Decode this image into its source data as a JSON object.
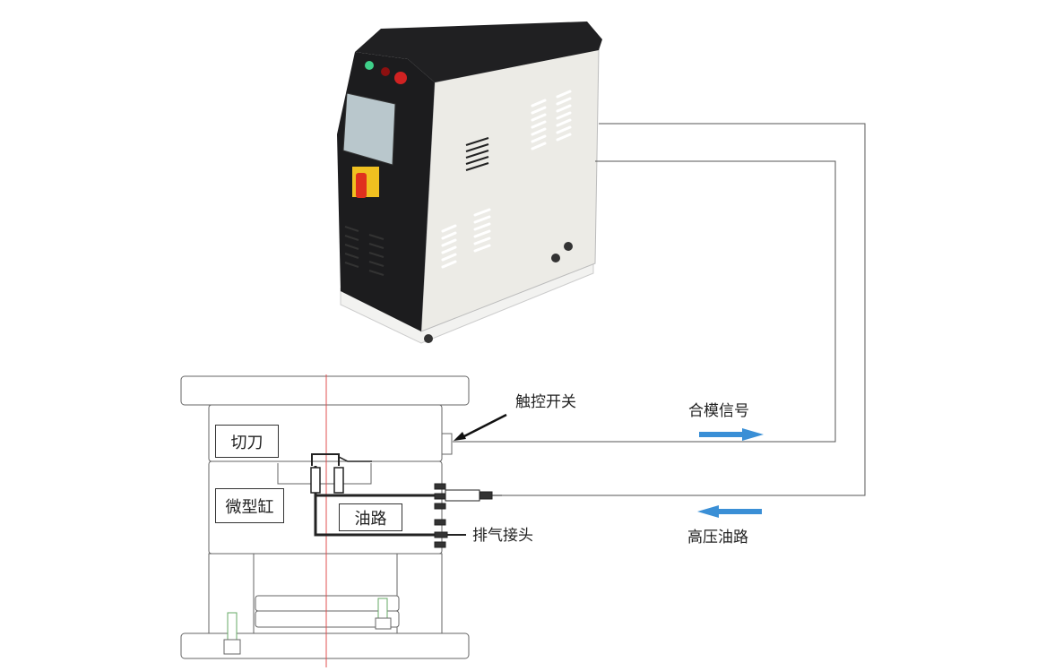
{
  "labels": {
    "touch_switch": "触控开关",
    "mold_close_signal": "合模信号",
    "high_pressure_oil": "高压油路",
    "exhaust_fitting": "排气接头",
    "cutter": "切刀",
    "micro_cylinder": "微型缸",
    "oil_path": "油路"
  },
  "colors": {
    "arrow_blue": "#3a8fd6",
    "centerline_red": "#e05050",
    "machine_black": "#1c1c1e",
    "machine_panel": "#ecebe6"
  }
}
